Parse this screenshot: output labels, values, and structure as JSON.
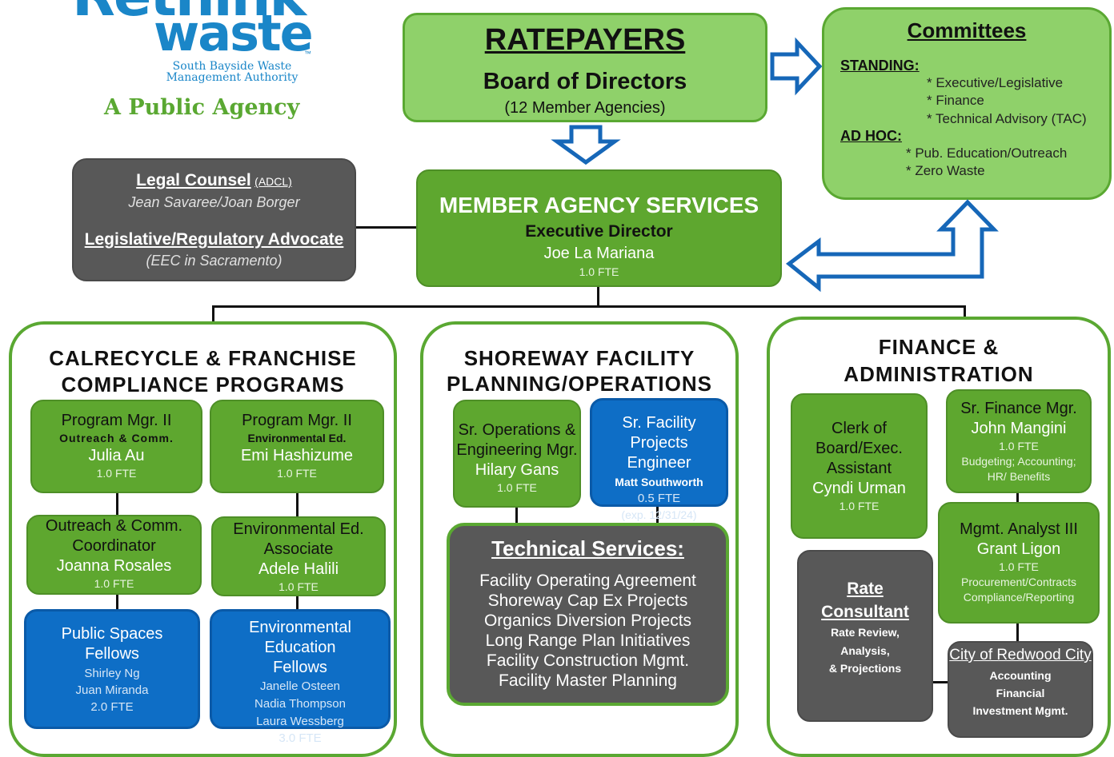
{
  "logo": {
    "word1": "Rethink",
    "word2": "waste",
    "tm": "™",
    "subtitle_line1": "South Bayside Waste",
    "subtitle_line2": "Management Authority",
    "tagline": "A Public Agency"
  },
  "top": {
    "ratepayers": "RATEPAYERS",
    "board": "Board of Directors",
    "members": "(12 Member Agencies)"
  },
  "committees": {
    "title": "Committees",
    "standing_label": "STANDING:",
    "standing": [
      "* Executive/Legislative",
      "* Finance",
      "* Technical Advisory (TAC)"
    ],
    "adhoc_label": "AD HOC:",
    "adhoc": [
      "* Pub. Education/Outreach",
      "* Zero Waste"
    ]
  },
  "legal": {
    "title": "Legal Counsel",
    "title_suffix": "(ADCL)",
    "names": "Jean Savaree/Joan Borger",
    "advocate": "Legislative/Regulatory Advocate",
    "advocate_note": "(EEC in Sacramento)"
  },
  "mas": {
    "title": "MEMBER  AGENCY SERVICES",
    "role": "Executive Director",
    "name": "Joe La Mariana",
    "fte": "1.0 FTE"
  },
  "calrecycle": {
    "title1": "CALRECYCLE & FRANCHISE",
    "title2": "COMPLIANCE  PROGRAMS",
    "pm1": {
      "role": "Program Mgr. II",
      "area": "Outreach & Comm.",
      "name": "Julia Au",
      "fte": "1.0 FTE"
    },
    "pm2": {
      "role": "Program Mgr. II",
      "area": "Environmental Ed.",
      "name": "Emi Hashizume",
      "fte": "1.0 FTE"
    },
    "oc": {
      "role1": "Outreach & Comm.",
      "role2": "Coordinator",
      "name": "Joanna Rosales",
      "fte": "1.0 FTE"
    },
    "ea": {
      "role1": "Environmental Ed.",
      "role2": "Associate",
      "name": "Adele Halili",
      "fte": "1.0 FTE"
    },
    "psf": {
      "role1": "Public Spaces",
      "role2": "Fellows",
      "name1": "Shirley Ng",
      "name2": "Juan Miranda",
      "fte": "2.0 FTE"
    },
    "eef": {
      "role1": "Environmental Education",
      "role2": "Fellows",
      "name1": "Janelle Osteen",
      "name2": "Nadia Thompson",
      "name3": "Laura Wessberg",
      "fte": "3.0 FTE"
    }
  },
  "shoreway": {
    "title1": "SHOREWAY FACILITY",
    "title2": "PLANNING/OPERATIONS",
    "ops": {
      "role1": "Sr. Operations &",
      "role2": "Engineering Mgr.",
      "name": "Hilary Gans",
      "fte": "1.0 FTE"
    },
    "fpe": {
      "role1": "Sr. Facility Projects",
      "role2": "Engineer",
      "name": "Matt Southworth",
      "fte": "0.5 FTE",
      "exp": "(exp. 12/31/24)"
    },
    "tech_title": "Technical Services:",
    "tech_items": [
      "Facility Operating Agreement",
      "Shoreway Cap Ex Projects",
      "Organics Diversion Projects",
      "Long Range Plan Initiatives",
      "Facility Construction Mgmt.",
      "Facility Master Planning"
    ]
  },
  "finance": {
    "title1": "FINANCE &",
    "title2": "ADMINISTRATION",
    "clerk": {
      "role1": "Clerk of",
      "role2": "Board/Exec.",
      "role3": "Assistant",
      "name": "Cyndi Urman",
      "fte": "1.0 FTE"
    },
    "sfm": {
      "role": "Sr. Finance Mgr.",
      "name": "John Mangini",
      "fte": "1.0 FTE",
      "duty1": "Budgeting; Accounting;",
      "duty2": "HR/ Benefits"
    },
    "ma": {
      "role": "Mgmt. Analyst III",
      "name": "Grant Ligon",
      "fte": "1.0 FTE",
      "duty1": "Procurement/Contracts",
      "duty2": "Compliance/Reporting"
    },
    "rate": {
      "title1": "Rate",
      "title2": "Consultant",
      "d1": "Rate Review,",
      "d2": "Analysis,",
      "d3": "& Projections"
    },
    "city": {
      "title": "City of Redwood City",
      "d1": "Accounting",
      "d2": "Financial",
      "d3": "Investment Mgmt."
    }
  },
  "colors": {
    "light_green": "#8fd16a",
    "dark_green": "#5ea72f",
    "outline_green": "#5aa832",
    "blue": "#0e6ec6",
    "gray": "#585858",
    "logo_blue": "#1a86c8"
  }
}
